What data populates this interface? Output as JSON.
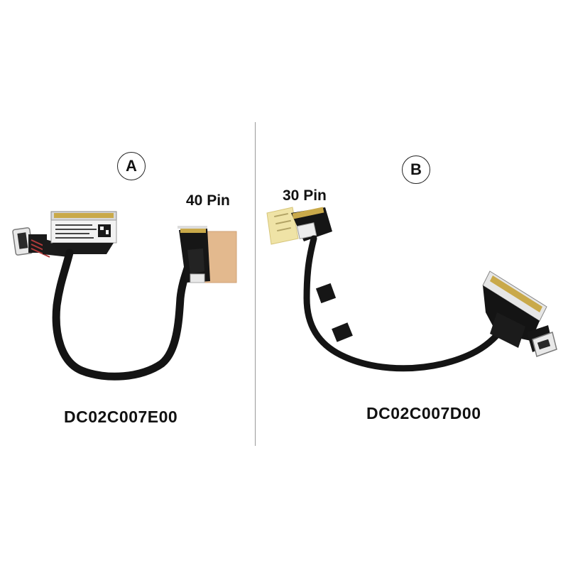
{
  "panel_a": {
    "marker": "A",
    "pin_label": "40 Pin",
    "part_number": "DC02C007E00"
  },
  "panel_b": {
    "marker": "B",
    "pin_label": "30 Pin",
    "part_number": "DC02C007D00"
  }
}
